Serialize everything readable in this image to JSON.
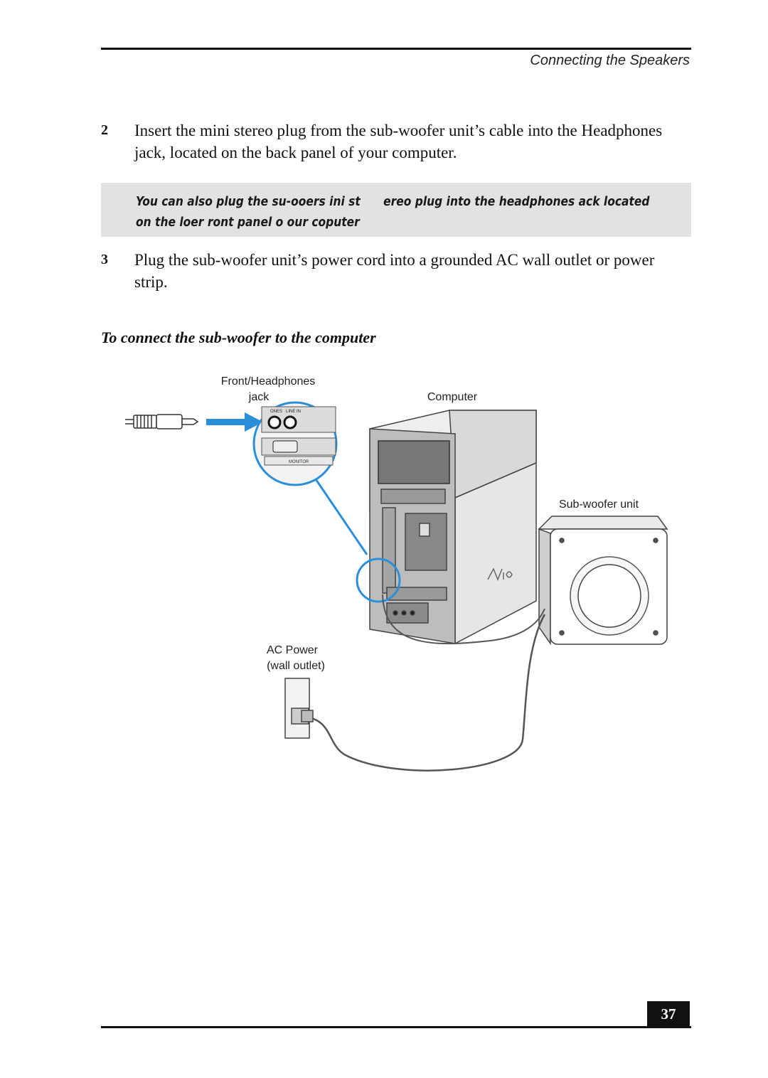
{
  "header": {
    "section_title": "Connecting the Speakers"
  },
  "steps": [
    {
      "number": "2",
      "text": "Insert the mini stereo plug from the sub-woofer unit’s cable into the Headphones jack, located on the back panel of your computer."
    },
    {
      "number": "3",
      "text": "Plug the sub-woofer unit’s power cord into a grounded AC wall outlet or power strip."
    }
  ],
  "note": {
    "line1": "You can also plug the su-ooers ini st      ereo plug into the headphones ack located",
    "line2": "on the loer ront panel o our coputer"
  },
  "subheading": "To connect the sub-woofer to the computer",
  "figure": {
    "labels": {
      "front_headphones_line1": "Front/Headphones",
      "front_headphones_line2": "jack",
      "computer": "Computer",
      "subwoofer": "Sub-woofer unit",
      "ac_power_line1": "AC Power",
      "ac_power_line2": "(wall outlet)"
    },
    "inset_labels": {
      "jack_left": "ONES",
      "jack_right": "LINE IN",
      "monitor": "MONITOR"
    },
    "logo_text": "VAIO",
    "colors": {
      "callout_blue": "#2a8fd8"
    }
  },
  "page_number": "37"
}
